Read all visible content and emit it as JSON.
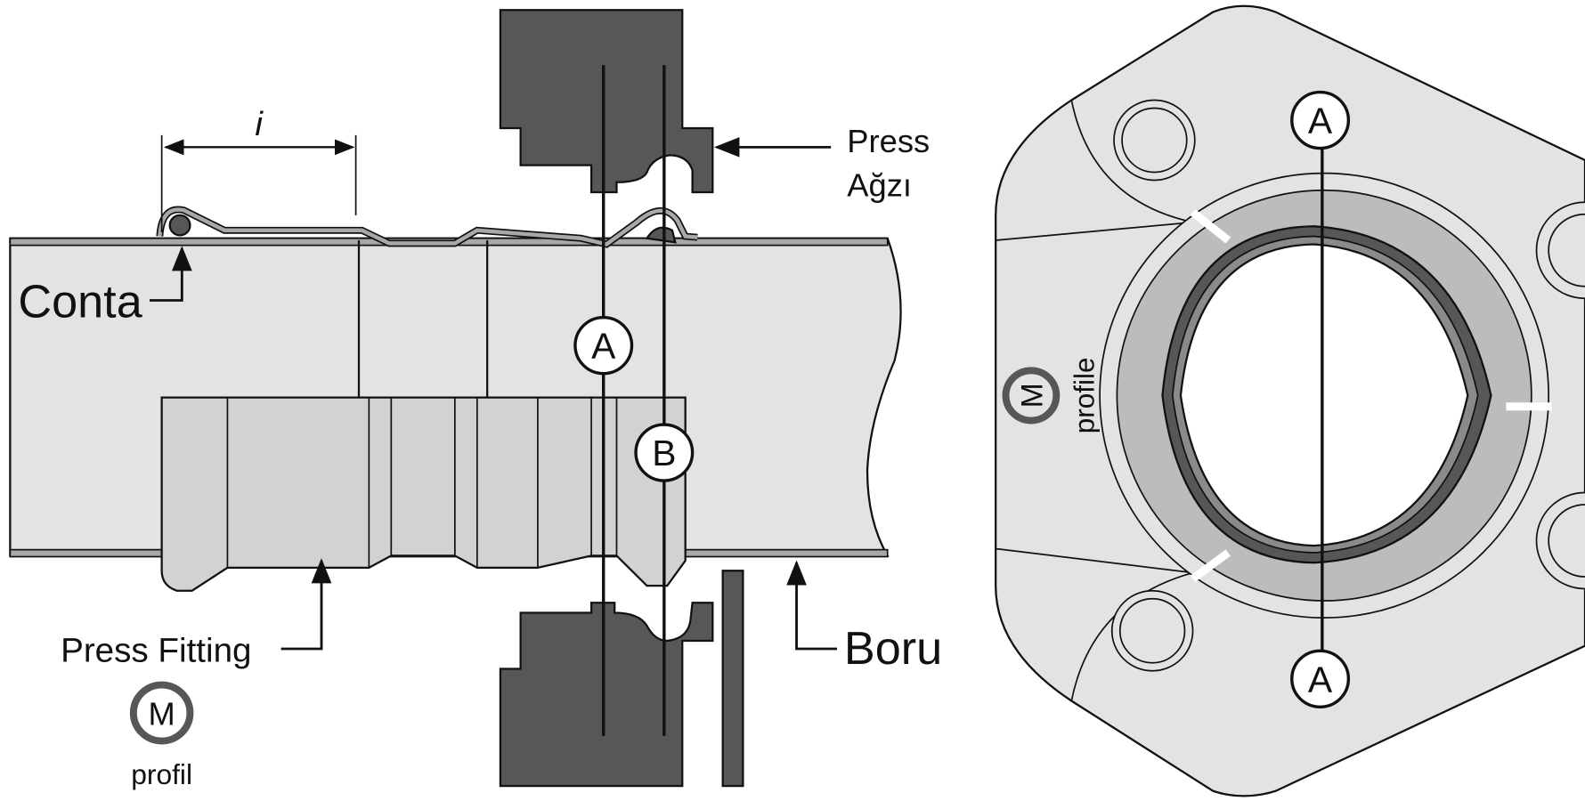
{
  "labels": {
    "dimension": "i",
    "seal": "Conta",
    "press_jaw_line1": "Press",
    "press_jaw_line2": "Ağzı",
    "fitting": "Press Fitting",
    "pipe": "Boru",
    "marker_a": "A",
    "marker_b": "B",
    "profile_letter": "M",
    "profile_left": "profil",
    "profile_right": "profile"
  },
  "colors": {
    "jaw": "#555758",
    "pipe": "#e3e3e3",
    "fitting": "#d2d2d2",
    "ring": "#bcbcbc",
    "outline": "#111111"
  }
}
